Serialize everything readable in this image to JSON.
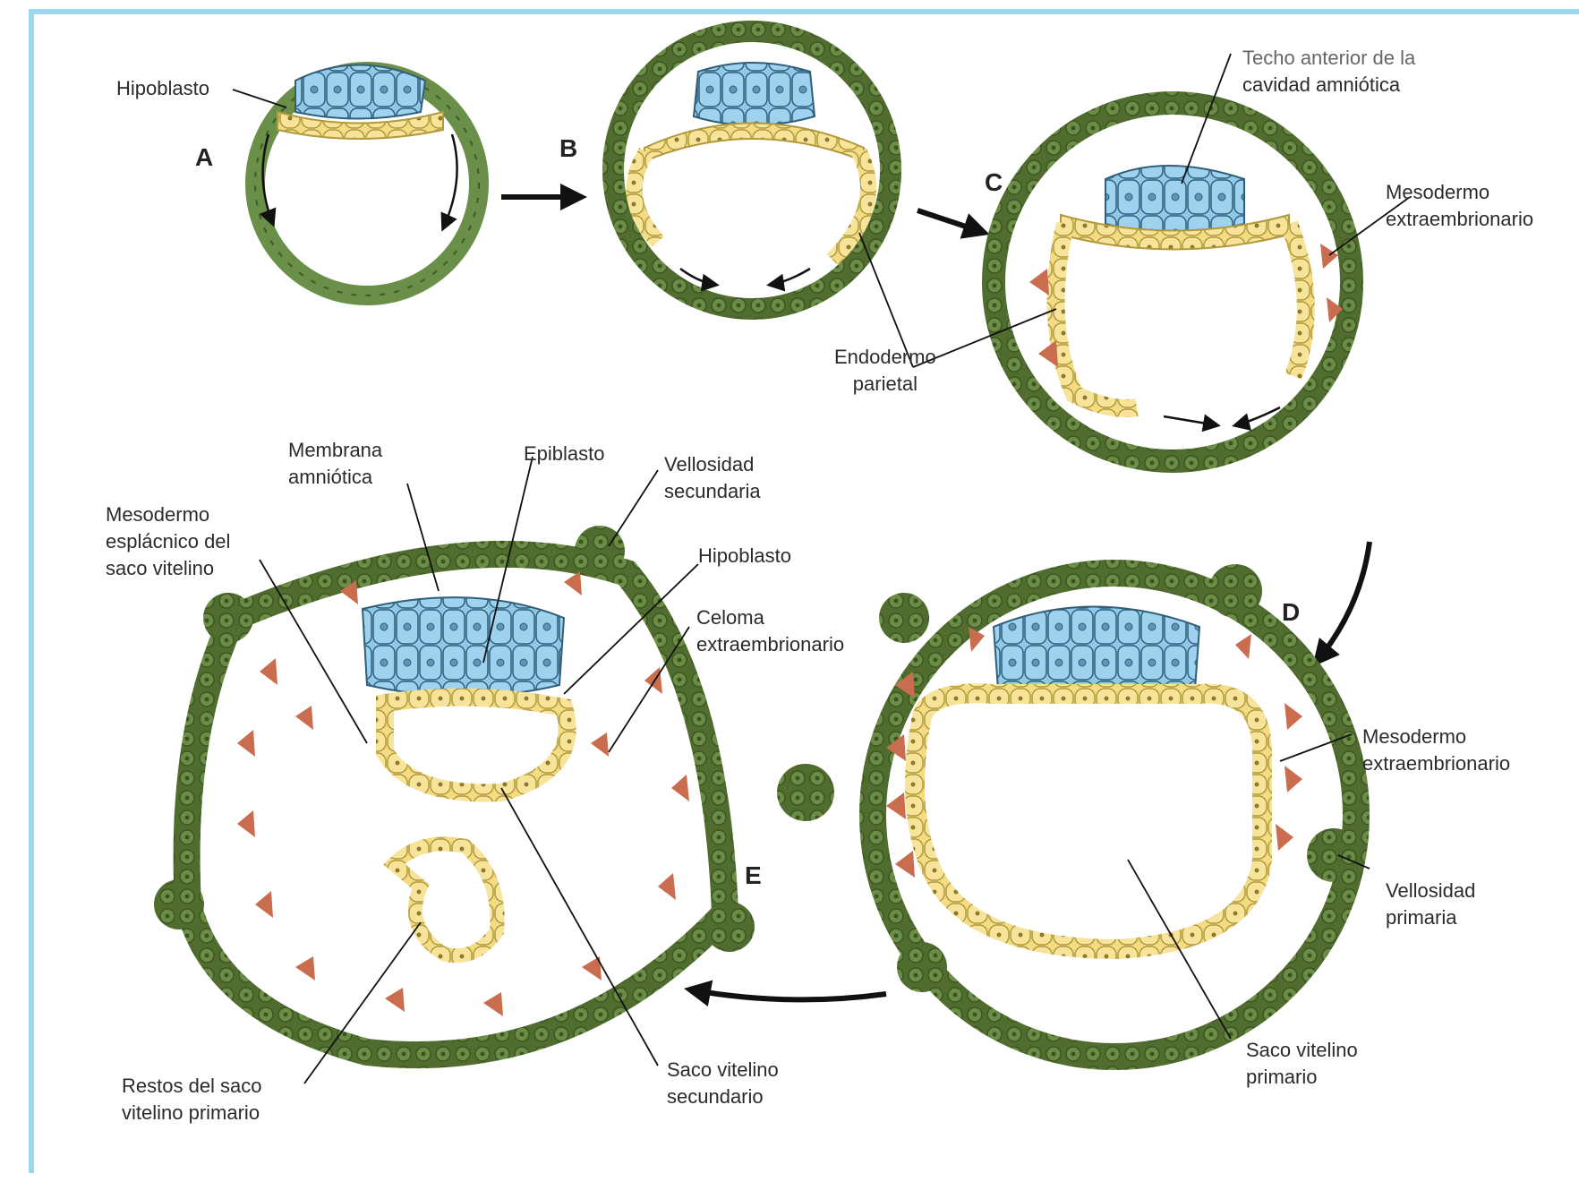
{
  "colors": {
    "trophoblast": "#4e6a2d",
    "trophoblast_light": "#7aa45a",
    "epiblast": "#8ec9e8",
    "amnion": "#b9dff0",
    "hypoblast": "#f5dc84",
    "mesoderm": "#c96d4e",
    "frame": "#9ad8ec"
  },
  "panels": {
    "a": "A",
    "b": "B",
    "c": "C",
    "d": "D",
    "e": "E"
  },
  "labels": {
    "hipoblasto_a": "Hipoblasto",
    "techo_line1": "Techo anterior de la",
    "techo_line2": "cavidad amniótica",
    "mesodermo_c_line1": "Mesodermo",
    "mesodermo_c_line2": "extraembrionario",
    "endodermo_line1": "Endodermo",
    "endodermo_line2": "parietal",
    "membrana_line1": "Membrana",
    "membrana_line2": "amniótica",
    "epiblasto": "Epiblasto",
    "vellosidad_sec_line1": "Vellosidad",
    "vellosidad_sec_line2": "secundaria",
    "mesodermo_espl_line1": "Mesodermo",
    "mesodermo_espl_line2": "esplácnico del",
    "mesodermo_espl_line3": "saco vitelino",
    "hipoblasto_e": "Hipoblasto",
    "celoma_line1": "Celoma",
    "celoma_line2": "extraembrionario",
    "mesodermo_d_line1": "Mesodermo",
    "mesodermo_d_line2": "extraembrionario",
    "vellosidad_prim_line1": "Vellosidad",
    "vellosidad_prim_line2": "primaria",
    "restos_line1": "Restos del saco",
    "restos_line2": "vitelino primario",
    "saco_sec_line1": "Saco vitelino",
    "saco_sec_line2": "secundario",
    "saco_prim_line1": "Saco vitelino",
    "saco_prim_line2": "primario"
  }
}
